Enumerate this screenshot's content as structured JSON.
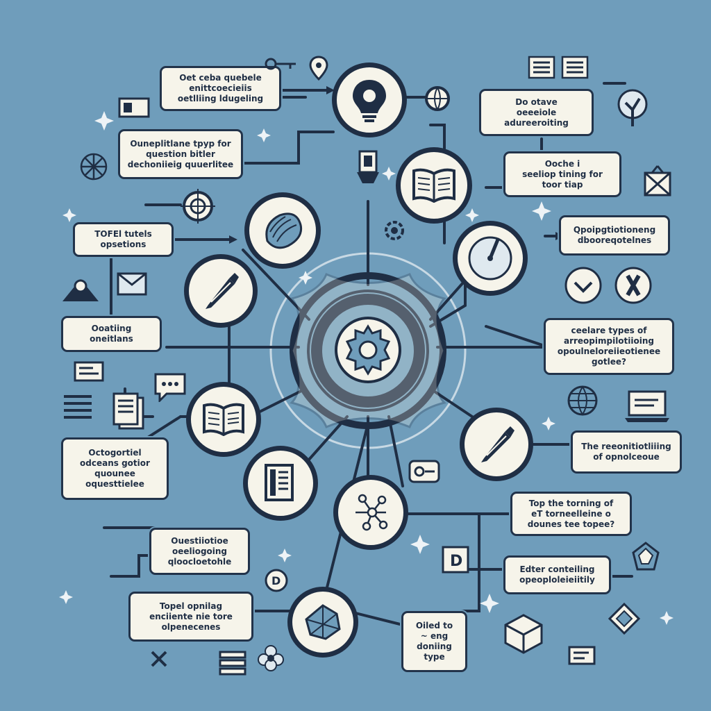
{
  "labels": [
    {
      "text": "Oet ceba quebele\nenittcoecieiis\noetlliing ldugeling"
    },
    {
      "text": "Ouneplitlane tpyp for\nquestion bitler\ndechoniieig quuerlitee"
    },
    {
      "text": "TOFEl tutels\nopsetions"
    },
    {
      "text": "Ooatiing\noneitlans"
    },
    {
      "text": "Octogortiel\nodceans gotior\nquounee\noquesttielee"
    },
    {
      "text": "Ouestiiotioe\noeeliogoing\nqloocloetohle"
    },
    {
      "text": "Topel opnilag\nenciiente nie tore\nolpenecenes"
    },
    {
      "text": "Oiled to\n~ eng\ndoniing\ntype"
    },
    {
      "text": "Do otave\noeeeiole\nadureeroiting"
    },
    {
      "text": "Ooche i\nseeliop tining for\ntoor tiap"
    },
    {
      "text": "Qpoipgtiotioneng\ndbooreqotelnes"
    },
    {
      "text": "ceelare types of\narreopimpilotiioing\nopoulneloreiieotienee\ngotlee?"
    },
    {
      "text": "The reeonitiotliiing\nof opnolceoue"
    },
    {
      "text": "Top  the torning of\neT torneelleine o\ndounes tee topee?"
    },
    {
      "text": "Edter conteiling\nopeoploleieiitily"
    }
  ],
  "nodes": [
    {
      "icon": "lightbulb-icon"
    },
    {
      "icon": "open-book-icon"
    },
    {
      "icon": "compass-dial-icon"
    },
    {
      "icon": "shell-icon"
    },
    {
      "icon": "pen-icon"
    },
    {
      "icon": "open-book-icon"
    },
    {
      "icon": "document-icon"
    },
    {
      "icon": "network-nodes-icon"
    },
    {
      "icon": "crystal-icon"
    },
    {
      "icon": "pen-icon"
    },
    {
      "icon": "gear-hub-icon"
    }
  ],
  "mini_icons": [
    "picture-frame-icon",
    "map-pin-icon",
    "key-icon",
    "document-lines-icon",
    "globe-small-icon",
    "target-icon",
    "mail-icon",
    "tag-icon",
    "chat-bubble-icon",
    "laptop-icon",
    "globe-icon",
    "chevron-down-icon",
    "recycle-icon",
    "puzzle-cube-icon",
    "letter-d-icon",
    "close-icon"
  ],
  "colors": {
    "background": "#6f9dbb",
    "ink": "#1f2e44",
    "paper": "#f6f4ea",
    "glow": "#dfe9ef"
  }
}
